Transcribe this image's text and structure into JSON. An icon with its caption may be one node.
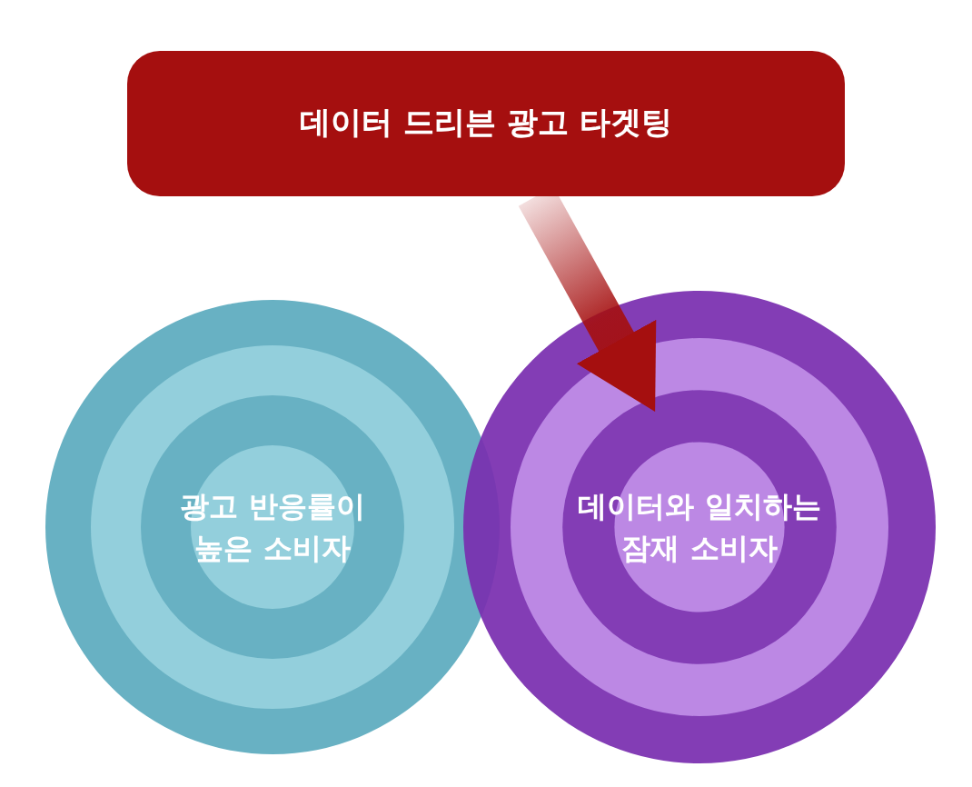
{
  "diagram": {
    "nodes": [
      {
        "text": [
          "데이터 드리븐 광고 타겟팅"
        ]
      },
      {
        "text": [
          "광고 반응률이 높은 소비자"
        ]
      },
      {
        "text": [
          "데이터와 일치하는 잠재 소비자"
        ]
      }
    ],
    "edges": [
      {
        "from": 0,
        "to": 2,
        "arrow": "to",
        "style": "thick"
      }
    ]
  }
}
